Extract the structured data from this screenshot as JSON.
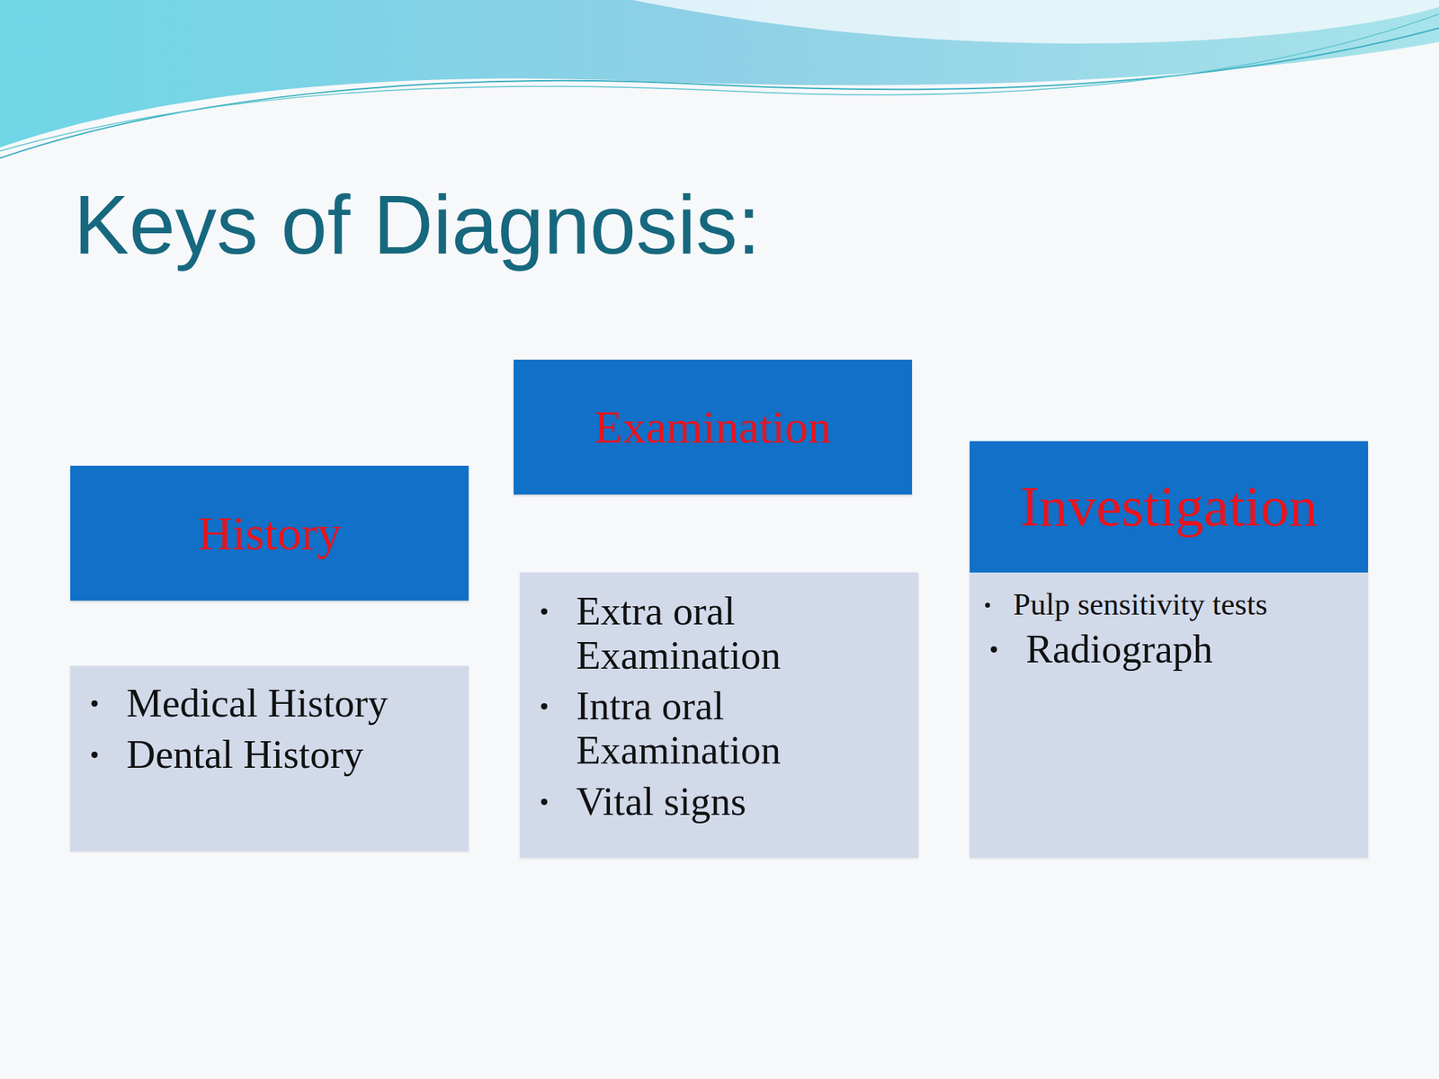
{
  "diagram": {
    "title": "Keys of Diagnosis:",
    "nodes": [
      {
        "text": [
          "History"
        ]
      },
      {
        "text": [
          "Medical History",
          "Dental History"
        ]
      },
      {
        "text": [
          "Examination"
        ]
      },
      {
        "text": [
          "Extra oral Examination",
          "Intra oral Examination",
          "Vital signs"
        ]
      },
      {
        "text": [
          "Investigation"
        ]
      },
      {
        "text": [
          "Pulp sensitivity tests",
          "Radiograph"
        ]
      }
    ]
  }
}
